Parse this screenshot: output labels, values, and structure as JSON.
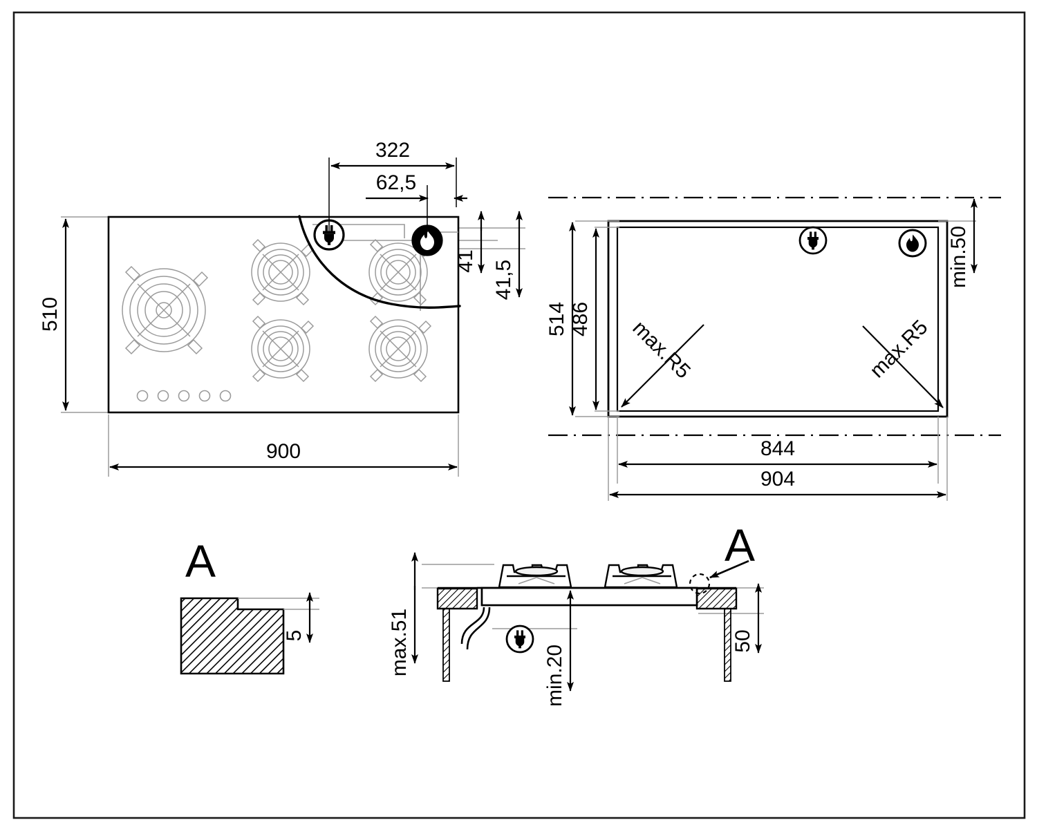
{
  "drawing": {
    "title": "Gas hob installation drawing",
    "border_color": "#1a1a1a",
    "line_color": "#000000",
    "faint_line_color": "#9a9a9a",
    "icons": {
      "plug": "plug-icon",
      "flame": "flame-icon"
    }
  },
  "views": {
    "top_view": {
      "name": "hob-top-view",
      "dimensions": {
        "width": "900",
        "height": "510",
        "plug_offset": "322",
        "flame_offset": "62,5",
        "vertical_small": "41",
        "vertical_large": "41,5"
      },
      "burner_count": 5,
      "knob_count": 5
    },
    "cutout_view": {
      "name": "worktop-cutout-view",
      "dimensions": {
        "outer_width": "904",
        "cutout_width": "844",
        "outer_height": "514",
        "cutout_height": "486",
        "corner_radius_left": "max.R5",
        "corner_radius_right": "max.R5",
        "clearance_top": "min.50"
      }
    },
    "detail_a": {
      "name": "detail-a-view",
      "label": "A",
      "dimensions": {
        "step_depth": "5"
      }
    },
    "section_view": {
      "name": "hob-section-view",
      "label": "A",
      "dimensions": {
        "height_above": "max.51",
        "clearance_below": "min.20",
        "worktop_thickness": "50"
      }
    }
  }
}
